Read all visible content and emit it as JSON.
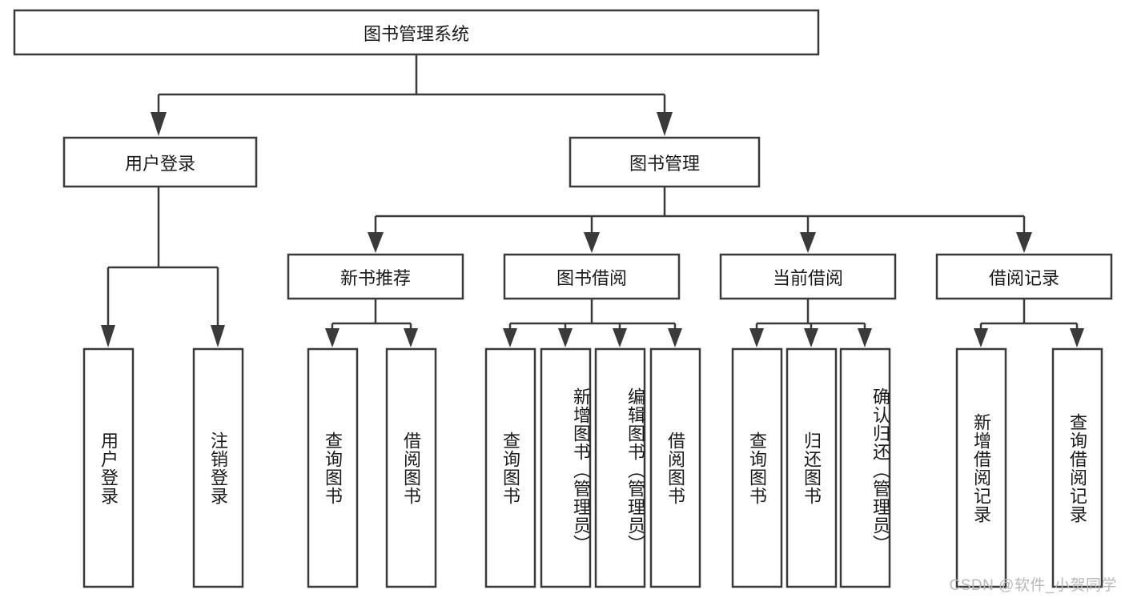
{
  "diagram": {
    "type": "tree",
    "title": "图书管理系统",
    "root": {
      "label": "图书管理系统"
    },
    "level1": [
      {
        "label": "用户登录"
      },
      {
        "label": "图书管理"
      }
    ],
    "level2": [
      {
        "label": "新书推荐"
      },
      {
        "label": "图书借阅"
      },
      {
        "label": "当前借阅"
      },
      {
        "label": "借阅记录"
      }
    ],
    "leaves": {
      "user_login": [
        {
          "label": "用户登录"
        },
        {
          "label": "注销登录"
        }
      ],
      "new_book_recommend": [
        {
          "label": "查询图书"
        },
        {
          "label": "借阅图书"
        }
      ],
      "book_borrow": [
        {
          "label": "查询图书"
        },
        {
          "label": "新增图书（管理员）"
        },
        {
          "label": "编辑图书（管理员）"
        },
        {
          "label": "借阅图书"
        }
      ],
      "current_borrow": [
        {
          "label": "查询图书"
        },
        {
          "label": "归还图书"
        },
        {
          "label": "确认归还（管理员）"
        }
      ],
      "borrow_records": [
        {
          "label": "新增借阅记录"
        },
        {
          "label": "查询借阅记录"
        }
      ]
    },
    "watermark": "CSDN @软件_小贺同学",
    "colors": {
      "stroke": "#3a3a3a",
      "fill": "#ffffff",
      "text": "#1a1a1a",
      "watermark": "#b9b9b9",
      "background": "#ffffff"
    }
  }
}
